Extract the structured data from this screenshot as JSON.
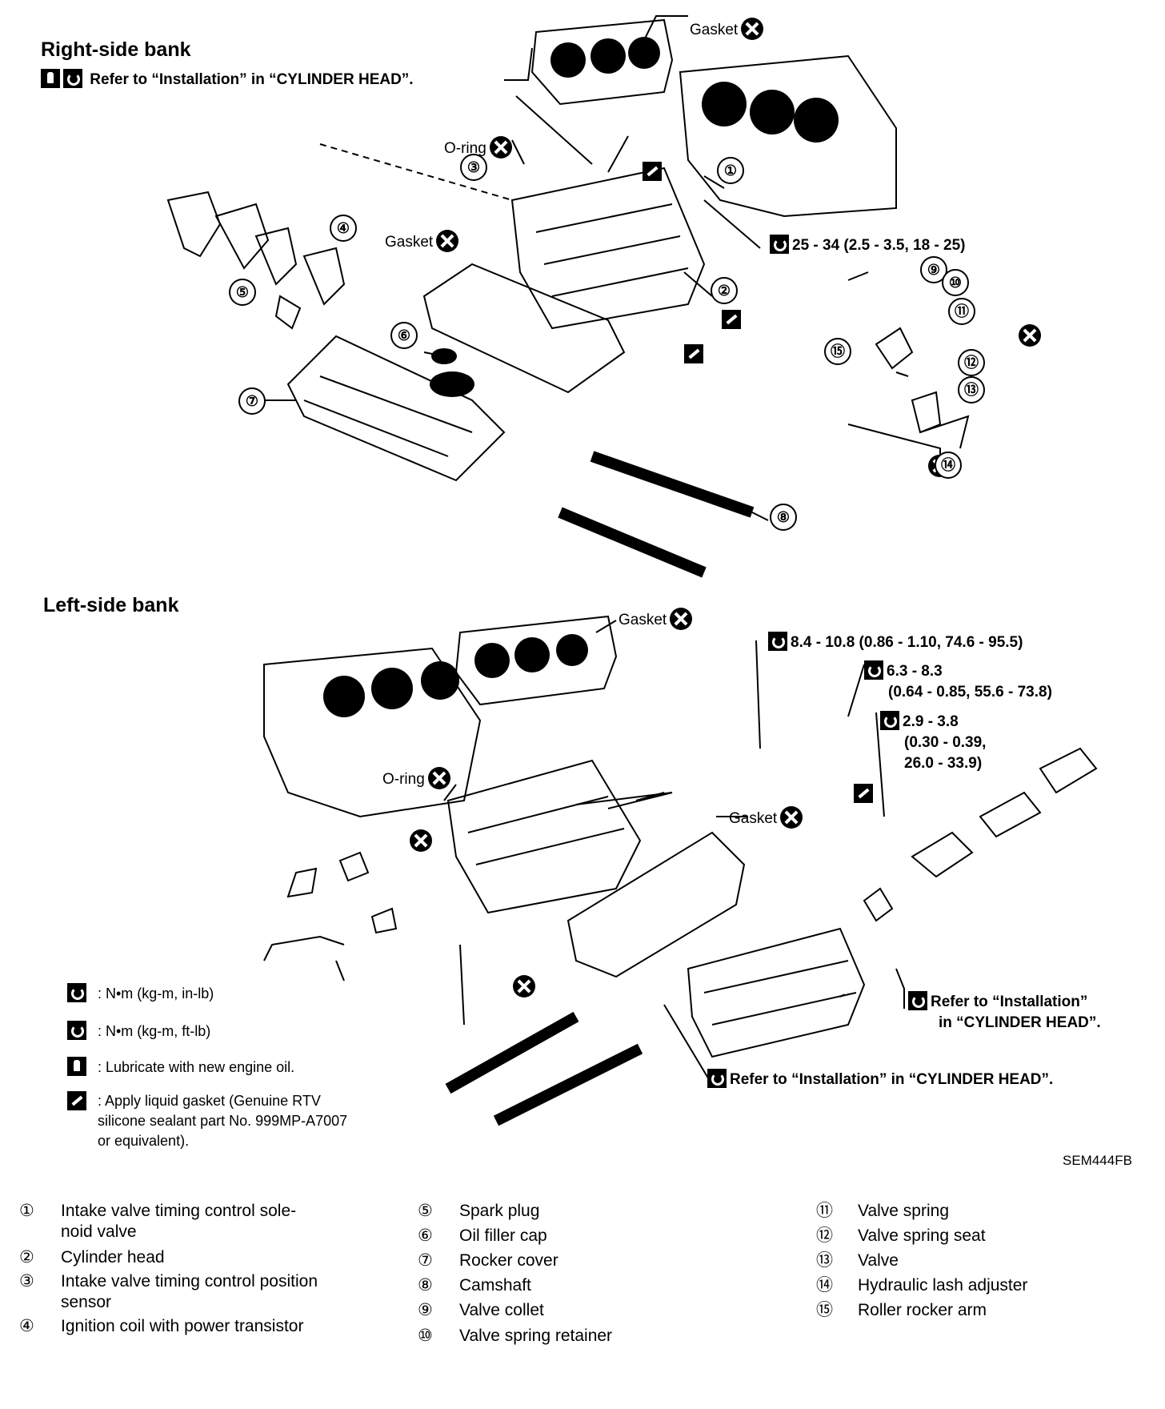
{
  "right_bank": {
    "title": "Right-side bank",
    "install_note": "Refer to “Installation” in “CYLINDER HEAD”.",
    "gasket_top": "Gasket",
    "gasket_cover": "Gasket",
    "oring": "O-ring",
    "torque_solenoid": "25 - 34 (2.5 - 3.5, 18 - 25)"
  },
  "left_bank": {
    "title": "Left-side bank",
    "gasket_top": "Gasket",
    "gasket_cover": "Gasket",
    "oring": "O-ring",
    "torque_1": "8.4 - 10.8 (0.86 - 1.10, 74.6 - 95.5)",
    "torque_2_line1": "6.3 - 8.3",
    "torque_2_line2": "(0.64 - 0.85, 55.6 - 73.8)",
    "torque_3_line1": "2.9 - 3.8",
    "torque_3_line2": "(0.30 - 0.39,",
    "torque_3_line3": "26.0 - 33.9)",
    "install_note_cover_1": "Refer to “Installation”",
    "install_note_cover_2": "in “CYLINDER HEAD”.",
    "install_note_bottom": "Refer to “Installation” in “CYLINDER HEAD”."
  },
  "callouts": [
    "①",
    "②",
    "③",
    "④",
    "⑤",
    "⑥",
    "⑦",
    "⑧",
    "⑨",
    "⑩",
    "⑪",
    "⑫",
    "⑬",
    "⑭",
    "⑮"
  ],
  "legend": {
    "torque_inlb": ": N•m (kg-m, in-lb)",
    "torque_ftlb": ": N•m (kg-m, ft-lb)",
    "lubricate": ": Lubricate with new engine oil.",
    "gasket": ": Apply liquid gasket (Genuine RTV silicone sealant part No. 999MP-A7007 or equivalent)."
  },
  "ref_code": "SEM444FB",
  "parts_list": [
    {
      "num": "①",
      "text": "Intake valve timing control sole-noid valve"
    },
    {
      "num": "②",
      "text": "Cylinder head"
    },
    {
      "num": "③",
      "text": "Intake valve timing control position sensor"
    },
    {
      "num": "④",
      "text": "Ignition coil with power transistor"
    },
    {
      "num": "⑤",
      "text": "Spark plug"
    },
    {
      "num": "⑥",
      "text": "Oil filler cap"
    },
    {
      "num": "⑦",
      "text": "Rocker cover"
    },
    {
      "num": "⑧",
      "text": "Camshaft"
    },
    {
      "num": "⑨",
      "text": "Valve collet"
    },
    {
      "num": "⑩",
      "text": "Valve spring retainer"
    },
    {
      "num": "⑪",
      "text": "Valve spring"
    },
    {
      "num": "⑫",
      "text": "Valve spring seat"
    },
    {
      "num": "⑬",
      "text": "Valve"
    },
    {
      "num": "⑭",
      "text": "Hydraulic lash adjuster"
    },
    {
      "num": "⑮",
      "text": "Roller rocker arm"
    }
  ]
}
